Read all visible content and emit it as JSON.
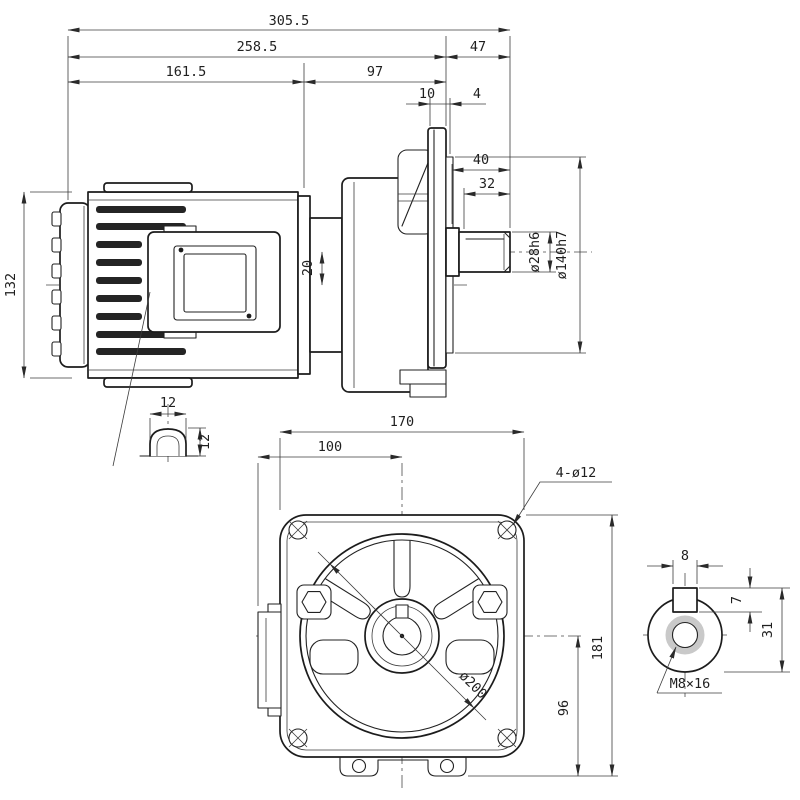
{
  "colors": {
    "line": "#1c1c1c",
    "dim_text": "#1f1f1f",
    "background": "#ffffff"
  },
  "side_view": {
    "dim_overall_length": "305.5",
    "dim_length_to_flange": "258.5",
    "dim_shaft_extension": "47",
    "dim_motor_length": "161.5",
    "dim_gearbox_length": "97",
    "dim_flange_thickness": "10",
    "dim_register_depth": "4",
    "dim_shaft_length": "40",
    "dim_keyway_length": "32",
    "dim_shaft_diameter": "ø28h6",
    "dim_register_diameter": "ø140h7",
    "dim_motor_height": "132",
    "dim_axis_offset": "20",
    "detail_dim_width": "12",
    "detail_dim_height": "12"
  },
  "front_view": {
    "dim_flange_width": "170",
    "dim_box_to_center": "100",
    "dim_mounting_holes": "4-ø12",
    "dim_body_diameter": "ø200",
    "dim_overall_height": "181",
    "dim_center_to_bottom": "96"
  },
  "shaft_end_view": {
    "dim_key_width": "8",
    "dim_key_height": "7",
    "dim_shaft_with_key": "31",
    "dim_center_tap": "M8×16"
  }
}
